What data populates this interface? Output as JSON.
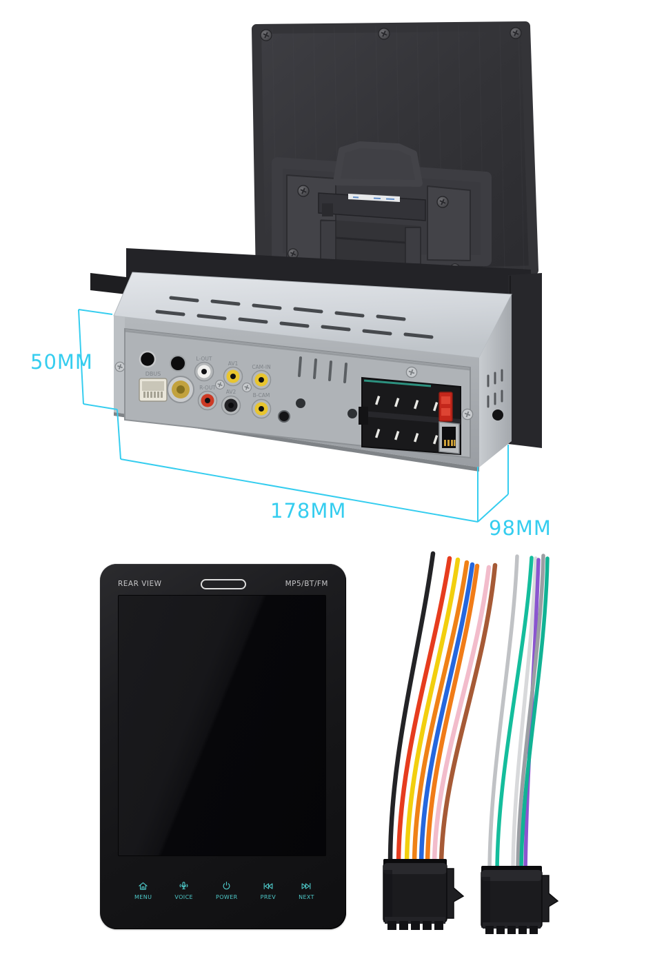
{
  "annotations": {
    "accent_color": "#35cdef",
    "height": "50MM",
    "width": "178MM",
    "depth": "98MM"
  },
  "rear_unit": {
    "dbus_label": "DBUS",
    "port_labels": [
      "L-OUT",
      "AV1",
      "CAM-IN",
      "R-OUT",
      "AV2",
      "B-CAM"
    ],
    "rca_colors": [
      "#f0f0ee",
      "#e8c52f",
      "#e8c52f",
      "#cc3a25",
      "#232326",
      "#e8c52f"
    ],
    "chassis_color": "#c9cdd2"
  },
  "front_panel": {
    "label_left": "REAR VIEW",
    "label_right": "MP5/BT/FM",
    "accent_color": "#4ecaca",
    "buttons": [
      {
        "icon": "home-icon",
        "label": "MENU"
      },
      {
        "icon": "voice-mic-icon",
        "label": "VOICE"
      },
      {
        "icon": "power-icon",
        "label": "POWER"
      },
      {
        "icon": "prev-track-icon",
        "label": "PREV"
      },
      {
        "icon": "next-track-icon",
        "label": "NEXT"
      }
    ]
  },
  "harness": {
    "left_wires": [
      "#232326",
      "#e63c1e",
      "#f2cf0e",
      "#ef8116",
      "#2567de",
      "#f07c18",
      "#f2bccb",
      "#a65a36"
    ],
    "right_wires": [
      "#c0c2c5",
      "#14bd9c",
      "#d8d9db",
      "#8a55cf",
      "#9b9ea3",
      "#11b294"
    ]
  }
}
